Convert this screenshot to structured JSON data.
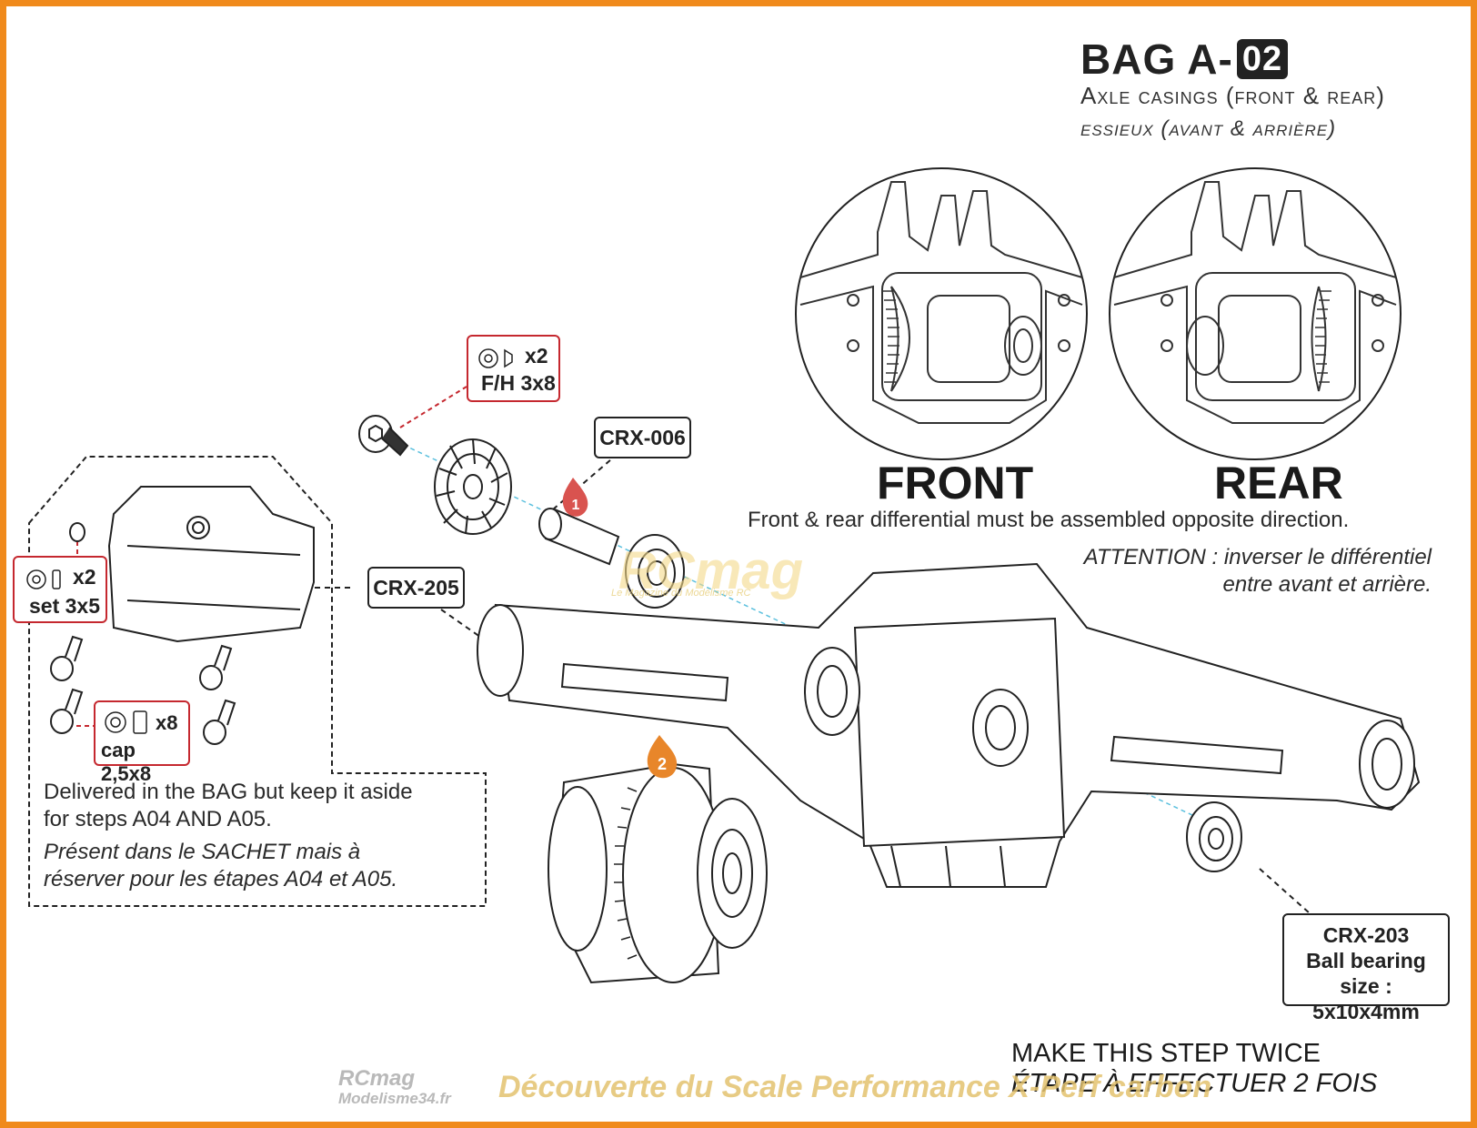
{
  "header": {
    "title": "BAG A-",
    "bag_number": "02",
    "subtitle_en": "Axle casings (front & rear)",
    "subtitle_fr": "essieux (avant & arrière)"
  },
  "views": {
    "front_label": "FRONT",
    "rear_label": "REAR"
  },
  "notes": {
    "direction_en": "Front & rear differential must be assembled opposite direction.",
    "direction_fr": "ATTENTION : inverser le différentiel\nentre avant et arrière."
  },
  "parts": {
    "gear_code": "CRX-006",
    "housing_code": "CRX-205",
    "bearing_code": "CRX-203",
    "bearing_desc_1": "Ball bearing size :",
    "bearing_desc_2": "5x10x4mm",
    "screw_fh_qty": "x2",
    "screw_fh_size": "F/H 3x8",
    "screw_set_qty": "x2",
    "screw_set_size": "set 3x5",
    "screw_cap_qty": "x8",
    "screw_cap_size": "cap 2,5x8"
  },
  "steps": {
    "step1": "1",
    "step2": "2"
  },
  "bag_note": {
    "en_line1": "Delivered in the BAG but keep it aside",
    "en_line2": "for steps A04 AND A05.",
    "fr_line1": "Présent dans le SACHET mais à",
    "fr_line2": "réserver pour  les étapes A04 et A05."
  },
  "repeat": {
    "en": "MAKE THIS STEP TWICE",
    "fr": "ÉTAPE À EFFECTUER 2 FOIS"
  },
  "watermark": {
    "logo": "RCmag",
    "tagline": "Le Magazine du Modélisme RC"
  },
  "footer": {
    "logo_top": "RCmag",
    "logo_bottom": "Modelisme34.fr",
    "caption": "Découverte du Scale Performance X-Perf carbon"
  },
  "colors": {
    "frame": "#f08a1c",
    "callout_red": "#c5282f",
    "step1_marker": "#d9534f",
    "step2_marker": "#e8862a",
    "axis_line": "#5bc0de"
  }
}
